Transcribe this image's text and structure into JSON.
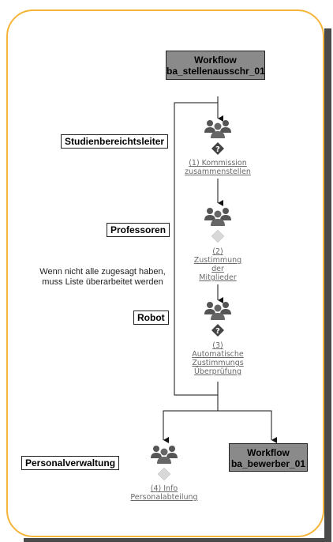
{
  "workflow_start": {
    "line1": "Workflow",
    "line2": "ba_stellenausschr_01"
  },
  "workflow_end": {
    "line1": "Workflow",
    "line2": "ba_bewerber_01"
  },
  "lanes": {
    "studienbereichsleiter": "Studienbereichtsleiter",
    "professoren": "Professoren",
    "robot": "Robot",
    "personalverwaltung": "Personalverwaltung"
  },
  "steps": {
    "step1": {
      "line1": "(1) Kommission",
      "line2": "zusammenstellen"
    },
    "step2": {
      "line1": "(2)",
      "line2": "Zustimmung",
      "line3": "der",
      "line4": "Mitglieder"
    },
    "step3": {
      "line1": "(3)",
      "line2": "Automatische",
      "line3": "Zustimmungs",
      "line4": "Überprüfung"
    },
    "step4": {
      "line1": "(4) Info",
      "line2": "Personalabteilung"
    }
  },
  "note": {
    "line1": "Wenn nicht alle zugesagt haben,",
    "line2": "muss Liste überarbeitet werden"
  },
  "icons": {
    "role": "group-of-people-icon",
    "decision_question": "question-diamond-icon",
    "decision_empty": "empty-diamond-icon"
  },
  "colors": {
    "frame": "#f5b43a",
    "workflow_box": "#8a8a8a",
    "link": "#6a6a6a",
    "icon": "#555555"
  }
}
